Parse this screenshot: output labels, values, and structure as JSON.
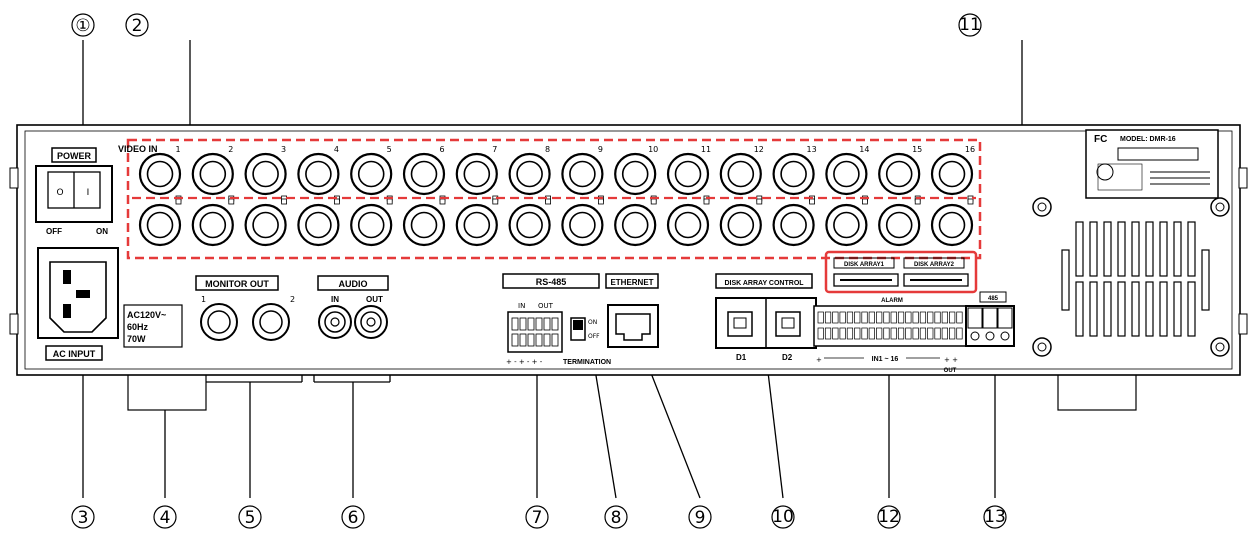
{
  "callouts": [
    "①",
    "②",
    "③",
    "④",
    "⑤",
    "⑥",
    "⑦",
    "⑧",
    "⑨",
    "⑩",
    "⑪",
    "⑫",
    "⑬"
  ],
  "labels": {
    "power": "POWER",
    "power_off": "OFF",
    "power_on": "ON",
    "video_in": "VIDEO IN",
    "monitor_out": "MONITOR OUT",
    "monitor_ch": [
      "1",
      "2"
    ],
    "audio": "AUDIO",
    "audio_in": "IN",
    "audio_out": "OUT",
    "ac_rating": [
      "AC120V~",
      "60Hz",
      "70W"
    ],
    "ac_input": "AC INPUT",
    "rs485": "RS-485",
    "rs485_in": "IN",
    "rs485_out": "OUT",
    "termination": "TERMINATION",
    "ethernet": "ETHERNET",
    "disk_array_control": "DISK ARRAY CONTROL",
    "d1": "D1",
    "d2": "D2",
    "disk_array1": "DISK ARRAY1",
    "disk_array2": "DISK ARRAY2",
    "alarm": "ALARM",
    "alarm_in": "IN1 ~ 16",
    "alarm_out": "OUT",
    "rs232": "485",
    "model": "MODEL: DMR-16"
  },
  "video_channels": [
    "1",
    "2",
    "3",
    "4",
    "5",
    "6",
    "7",
    "8",
    "9",
    "10",
    "11",
    "12",
    "13",
    "14",
    "15",
    "16"
  ]
}
